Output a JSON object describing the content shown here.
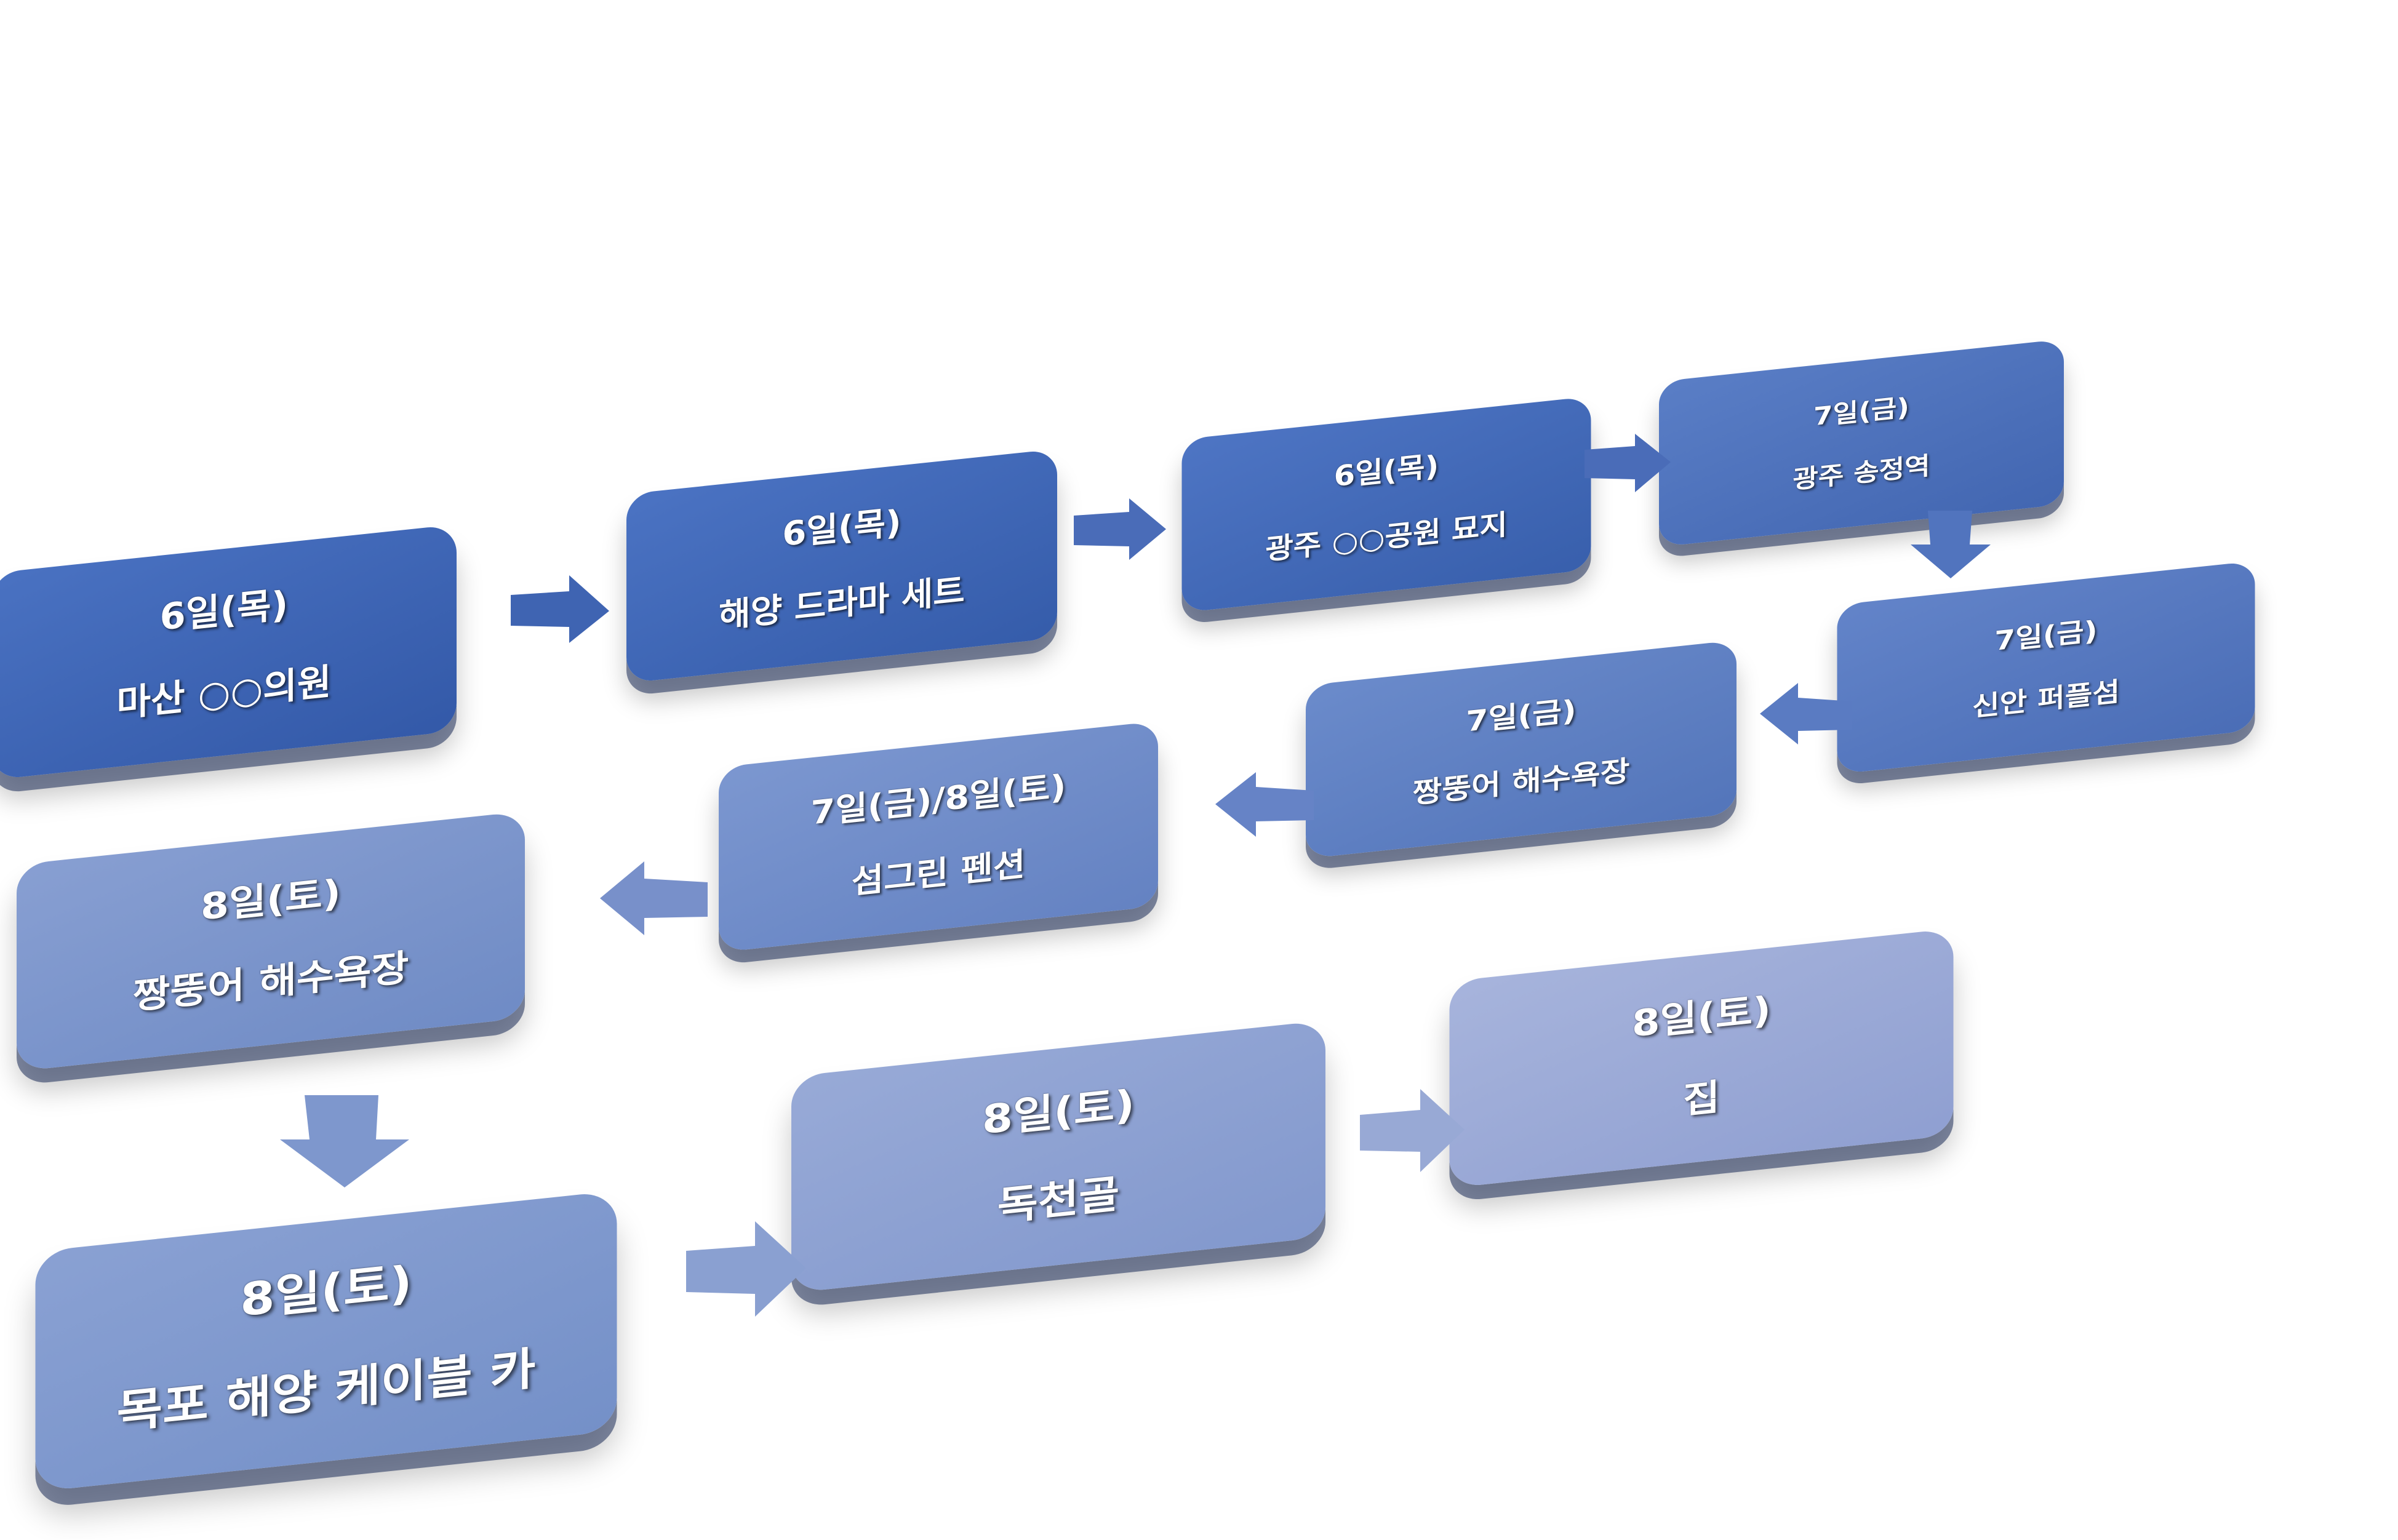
{
  "boxes": [
    {
      "date": "6일(목)",
      "place": "마산 ○○의원",
      "color": "#3b62b4"
    },
    {
      "date": "6일(목)",
      "place": "해양 드라마 세트",
      "color": "#3b65b6"
    },
    {
      "date": "6일(목)",
      "place": "광주 ○○공원 묘지",
      "color": "#3f67b8"
    },
    {
      "date": "7일(금)",
      "place": "광주 송정역",
      "color": "#4a6fbb"
    },
    {
      "date": "7일(금)",
      "place": "신안 퍼플섬",
      "color": "#5274bf"
    },
    {
      "date": "7일(금)",
      "place": "짱뚱어 해수욕장",
      "color": "#5a7bc2"
    },
    {
      "date": "7일(금)/8일(토)",
      "place": "섬그린 펜션",
      "color": "#6c88c7"
    },
    {
      "date": "8일(토)",
      "place": "짱뚱어 해수욕장",
      "color": "#7890ca"
    },
    {
      "date": "8일(토)",
      "place": "목포 해양 케이블 카",
      "color": "#7b95cc"
    },
    {
      "date": "8일(토)",
      "place": "독천골",
      "color": "#8aa0d1"
    },
    {
      "date": "8일(토)",
      "place": "집",
      "color": "#9ba9d5"
    }
  ],
  "arrows": [
    {
      "dir": "right",
      "color": "#3f64b2"
    },
    {
      "dir": "right",
      "color": "#4a6cb8"
    },
    {
      "dir": "right",
      "color": "#4a6cb8"
    },
    {
      "dir": "down",
      "color": "#5174be"
    },
    {
      "dir": "left",
      "color": "#5a7bc2"
    },
    {
      "dir": "left",
      "color": "#6683c6"
    },
    {
      "dir": "left",
      "color": "#7890ca"
    },
    {
      "dir": "down",
      "color": "#7e97cd"
    },
    {
      "dir": "right",
      "color": "#8aa0d1"
    },
    {
      "dir": "right",
      "color": "#98a9d5"
    }
  ]
}
